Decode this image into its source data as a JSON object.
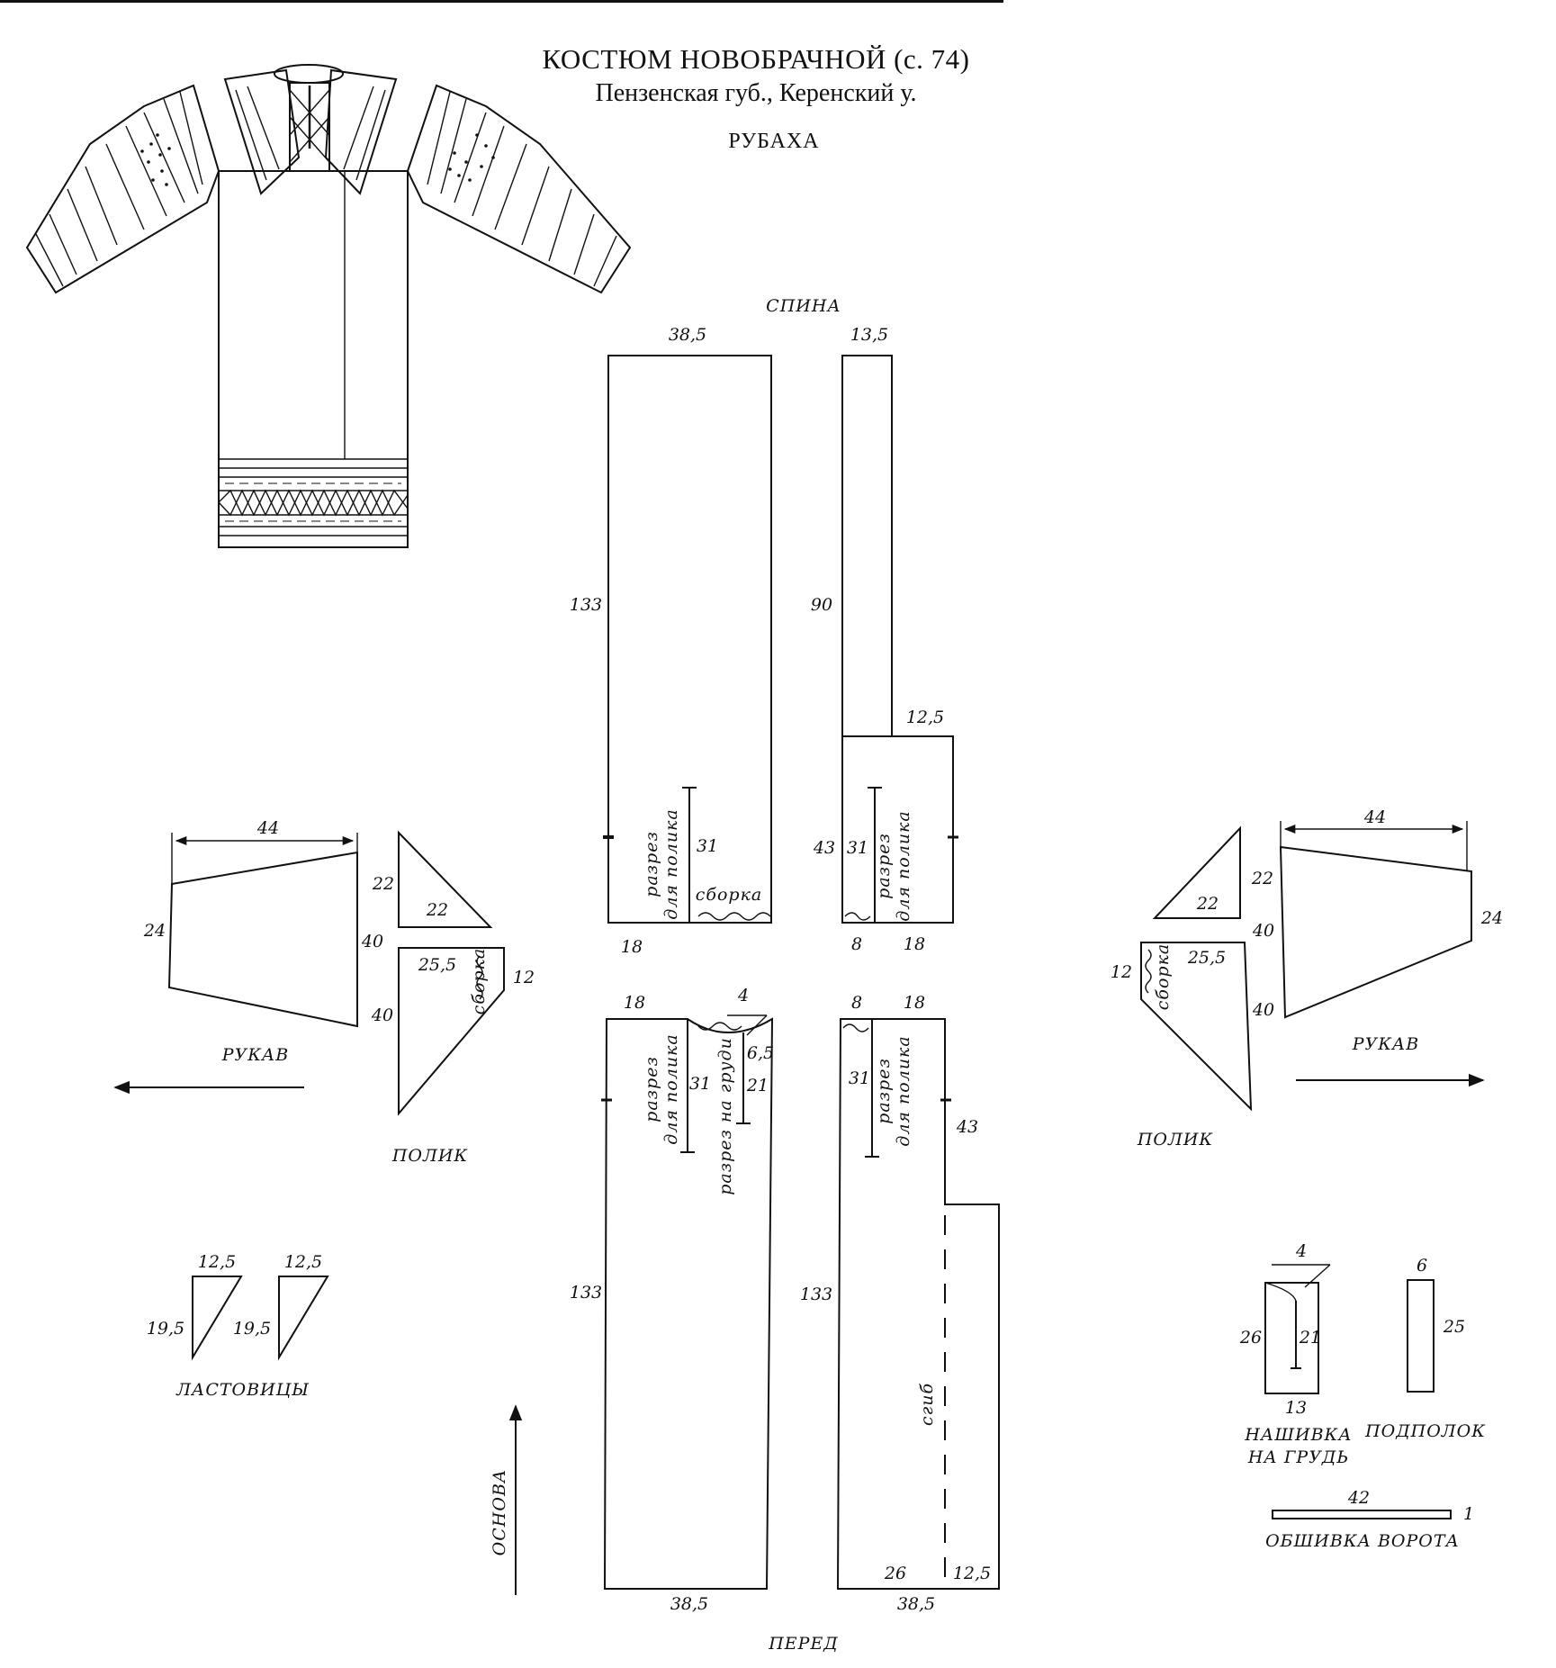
{
  "header": {
    "title": "КОСТЮМ НОВОБРАЧНОЙ (с. 74)",
    "subtitle": "Пензенская губ., Керенский у.",
    "section": "РУБАХА"
  },
  "labels": {
    "back": "СПИНА",
    "front": "ПЕРЕД",
    "sleeve": "РУКАВ",
    "polik": "ПОЛИК",
    "gussets": "ЛАСТОВИЦЫ",
    "chest_panel_1": "НАШИВКА",
    "chest_panel_2": "НА ГРУДЬ",
    "collar_lining": "ПОДПОЛОК",
    "collar_trim": "ОБШИВКА ВОРОТА",
    "warp": "ОСНОВА",
    "fold": "сгиб",
    "gather": "сборка",
    "slit_polik_1": "разрез",
    "slit_polik_2": "для полика",
    "slit_chest": "разрез на груди"
  },
  "dims": {
    "back_left_width": "38,5",
    "back_left_height": "133",
    "back_left_slit": "31",
    "back_left_bottom": "18",
    "back_right_top": "13,5",
    "back_right_height": "90",
    "back_right_step": "12,5",
    "back_right_lower": "43",
    "back_right_slit": "31",
    "back_right_bottom_a": "8",
    "back_right_bottom_b": "18",
    "front_left_top_a": "18",
    "front_left_top_b": "4",
    "front_left_neck": "6,5",
    "front_left_slit": "31",
    "front_left_chest": "21",
    "front_left_height": "133",
    "front_left_bottom": "38,5",
    "front_right_top_a": "8",
    "front_right_top_b": "18",
    "front_right_slit": "31",
    "front_right_step": "43",
    "front_right_height": "133",
    "front_right_bottom_a": "26",
    "front_right_bottom_b": "12,5",
    "front_right_bottom": "38,5",
    "sleeve_width": "44",
    "sleeve_left": "24",
    "sleeve_right": "40",
    "polik_tri_a": "22",
    "polik_tri_b": "22",
    "polik_top": "25,5",
    "polik_side": "12",
    "polik_height": "40",
    "gusset_top": "12,5",
    "gusset_side": "19,5",
    "chest_top": "4",
    "chest_height": "26",
    "chest_slit": "21",
    "chest_bottom": "13",
    "lining_top": "6",
    "lining_height": "25",
    "trim_length": "42",
    "trim_width": "1"
  }
}
